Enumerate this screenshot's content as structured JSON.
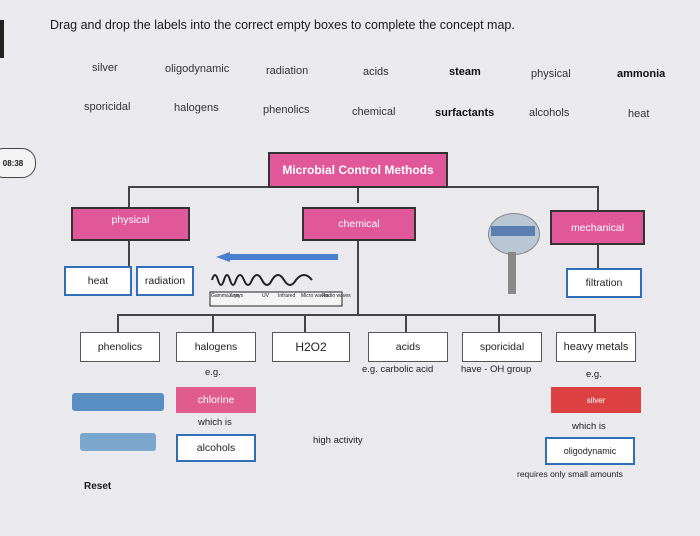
{
  "instruction": "Drag and drop the labels into the correct empty boxes to complete the concept map.",
  "timer": "08:38",
  "word_bank": {
    "row1": [
      "silver",
      "oligodynamic",
      "radiation",
      "acids",
      "steam",
      "physical",
      "ammonia"
    ],
    "row2": [
      "sporicidal",
      "halogens",
      "phenolics",
      "chemical",
      "surfactants",
      "alcohols",
      "heat"
    ]
  },
  "map": {
    "root": "Microbial Control Methods",
    "level1": [
      "physical",
      "chemical",
      "mechanical"
    ],
    "physical_children": [
      "heat",
      "radiation"
    ],
    "mechanical_child": "filtration",
    "spectrum_labels": [
      "Gamma rays",
      "X rays",
      "UV",
      "Infrared",
      "Micro waves",
      "Radio waves"
    ],
    "chemical_children": [
      "phenolics",
      "halogens",
      "H2O2",
      "acids",
      "sporicidal",
      "heavy metals"
    ],
    "notes": {
      "eg1": "e.g.",
      "acids_eg": "e.g. carbolic acid",
      "sporicidal_note": "have - OH group",
      "eg2": "e.g.",
      "chlorine": "chlorine",
      "which_is1": "which is",
      "alcohols": "alcohols",
      "high_activity": "high activity",
      "silver": "silver",
      "which_is2": "which is",
      "oligodynamic": "oligodynamic",
      "requires": "requires only small amounts"
    }
  },
  "reset": "Reset"
}
